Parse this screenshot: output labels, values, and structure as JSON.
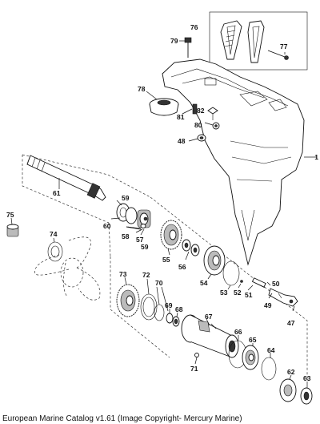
{
  "caption": "European Marine Catalog v1.61 (Image Copyright- Mercury Marine)",
  "labels": {
    "p1": "1",
    "p47": "47",
    "p48": "48",
    "p49": "49",
    "p50": "50",
    "p51": "51",
    "p52": "52",
    "p53": "53",
    "p54": "54",
    "p55": "55",
    "p56": "56",
    "p57": "57",
    "p58": "58",
    "p59a": "59",
    "p59b": "59",
    "p60": "60",
    "p61": "61",
    "p62": "62",
    "p63": "63",
    "p64": "64",
    "p65": "65",
    "p66": "66",
    "p67": "67",
    "p68": "68",
    "p69": "69",
    "p70": "70",
    "p71": "71",
    "p72": "72",
    "p73": "73",
    "p74": "74",
    "p75": "75",
    "p76": "76",
    "p77": "77",
    "p78": "78",
    "p79": "79",
    "p80": "80",
    "p81": "81",
    "p82": "82"
  }
}
